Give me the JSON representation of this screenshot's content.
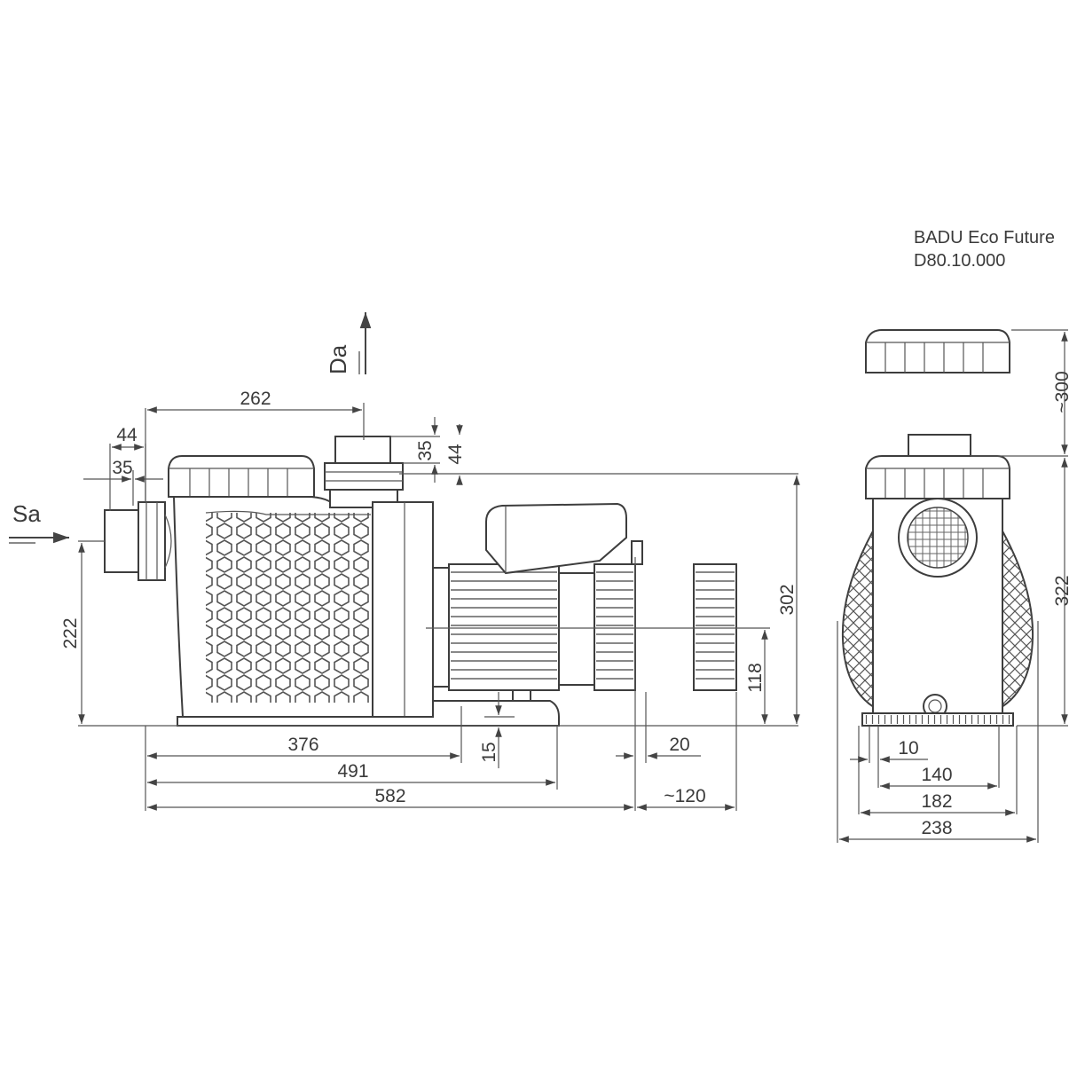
{
  "title": {
    "model": "BADU Eco Future",
    "part_number": "D80.10.000"
  },
  "flow_labels": {
    "suction": "Sa",
    "discharge": "Da"
  },
  "dimensions": {
    "d262": "262",
    "d44_left": "44",
    "d35_left": "35",
    "d35_top": "35",
    "d44_top": "44",
    "d222": "222",
    "d302": "302",
    "d118": "118",
    "d376": "376",
    "d491": "491",
    "d582": "582",
    "d15": "15",
    "d20": "20",
    "d120": "~120",
    "d300": "~300",
    "d322": "322",
    "d10": "10",
    "d140": "140",
    "d182": "182",
    "d238": "238"
  }
}
